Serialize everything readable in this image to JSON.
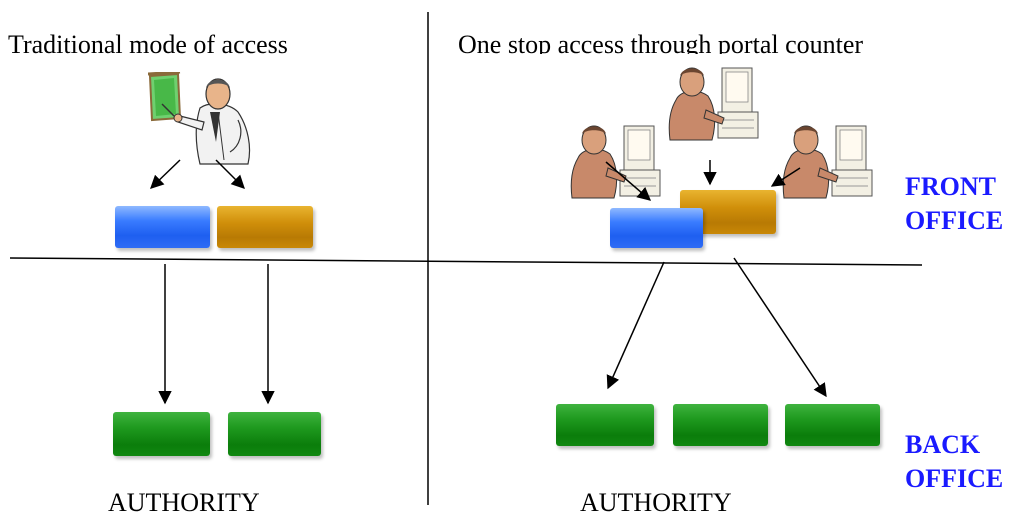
{
  "left_panel": {
    "heading": "Traditional mode of access",
    "footer": "AUTHORITY"
  },
  "right_panel": {
    "heading": "One stop access through portal counter",
    "footer": "AUTHORITY"
  },
  "side_labels": {
    "front": [
      "FRONT",
      "OFFICE"
    ],
    "back": [
      "BACK",
      "OFFICE"
    ]
  },
  "colors": {
    "label_blue": "#1a1aff",
    "box_blue": "#2f6cf5",
    "box_orange": "#c98806",
    "box_green": "#118811",
    "line": "#000000"
  },
  "icons": {
    "presenter": "presenter-at-board-icon",
    "operator": "computer-operator-icon"
  }
}
